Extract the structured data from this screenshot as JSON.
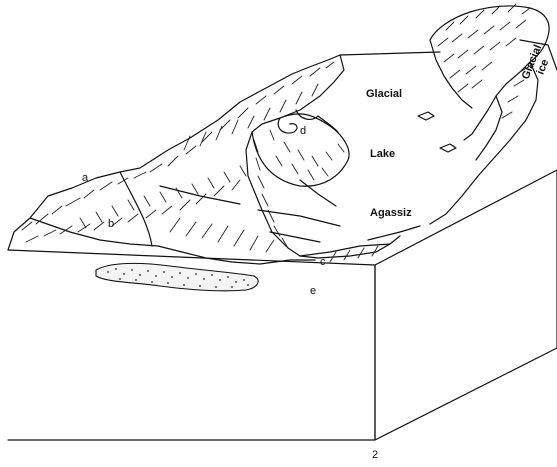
{
  "figure": {
    "number": "2",
    "labels": {
      "lake_line1": "Glacial",
      "lake_line2": "Lake",
      "lake_line3": "Agassiz",
      "ice_line1": "Glacial",
      "ice_line2": "ice"
    },
    "points": {
      "a": "a",
      "b": "b",
      "c": "c",
      "d": "d",
      "e": "e"
    }
  }
}
